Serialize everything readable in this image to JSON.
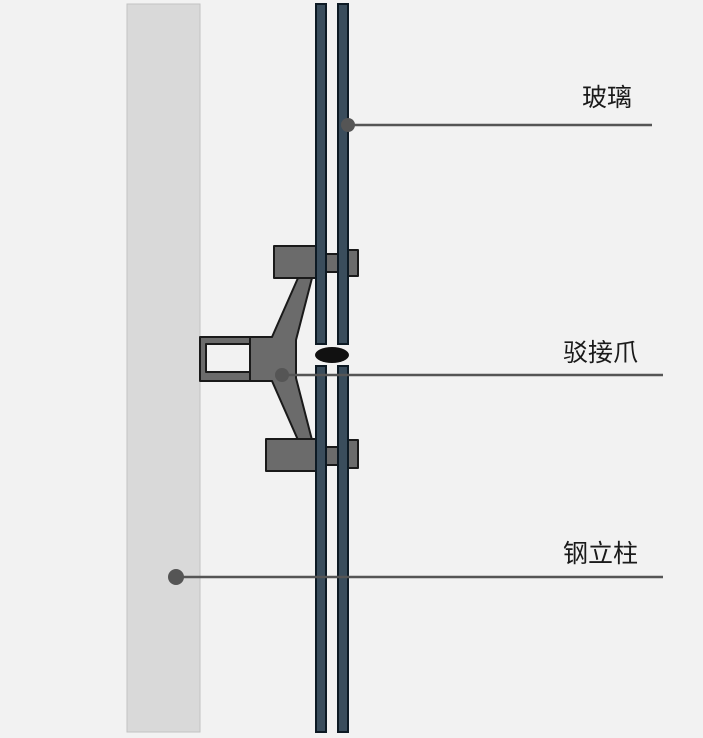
{
  "labels": {
    "glass": "玻璃",
    "spider_fitting": "驳接爪",
    "steel_column": "钢立柱"
  },
  "colors": {
    "background": "#f2f2f2",
    "steel_column_fill": "#d9d9d9",
    "glass_fill": "#3a4d5c",
    "glass_stroke": "#0d1a24",
    "fitting_fill": "#6b6b6b",
    "fitting_stroke": "#1a1a1a",
    "leader_line": "#555555"
  }
}
